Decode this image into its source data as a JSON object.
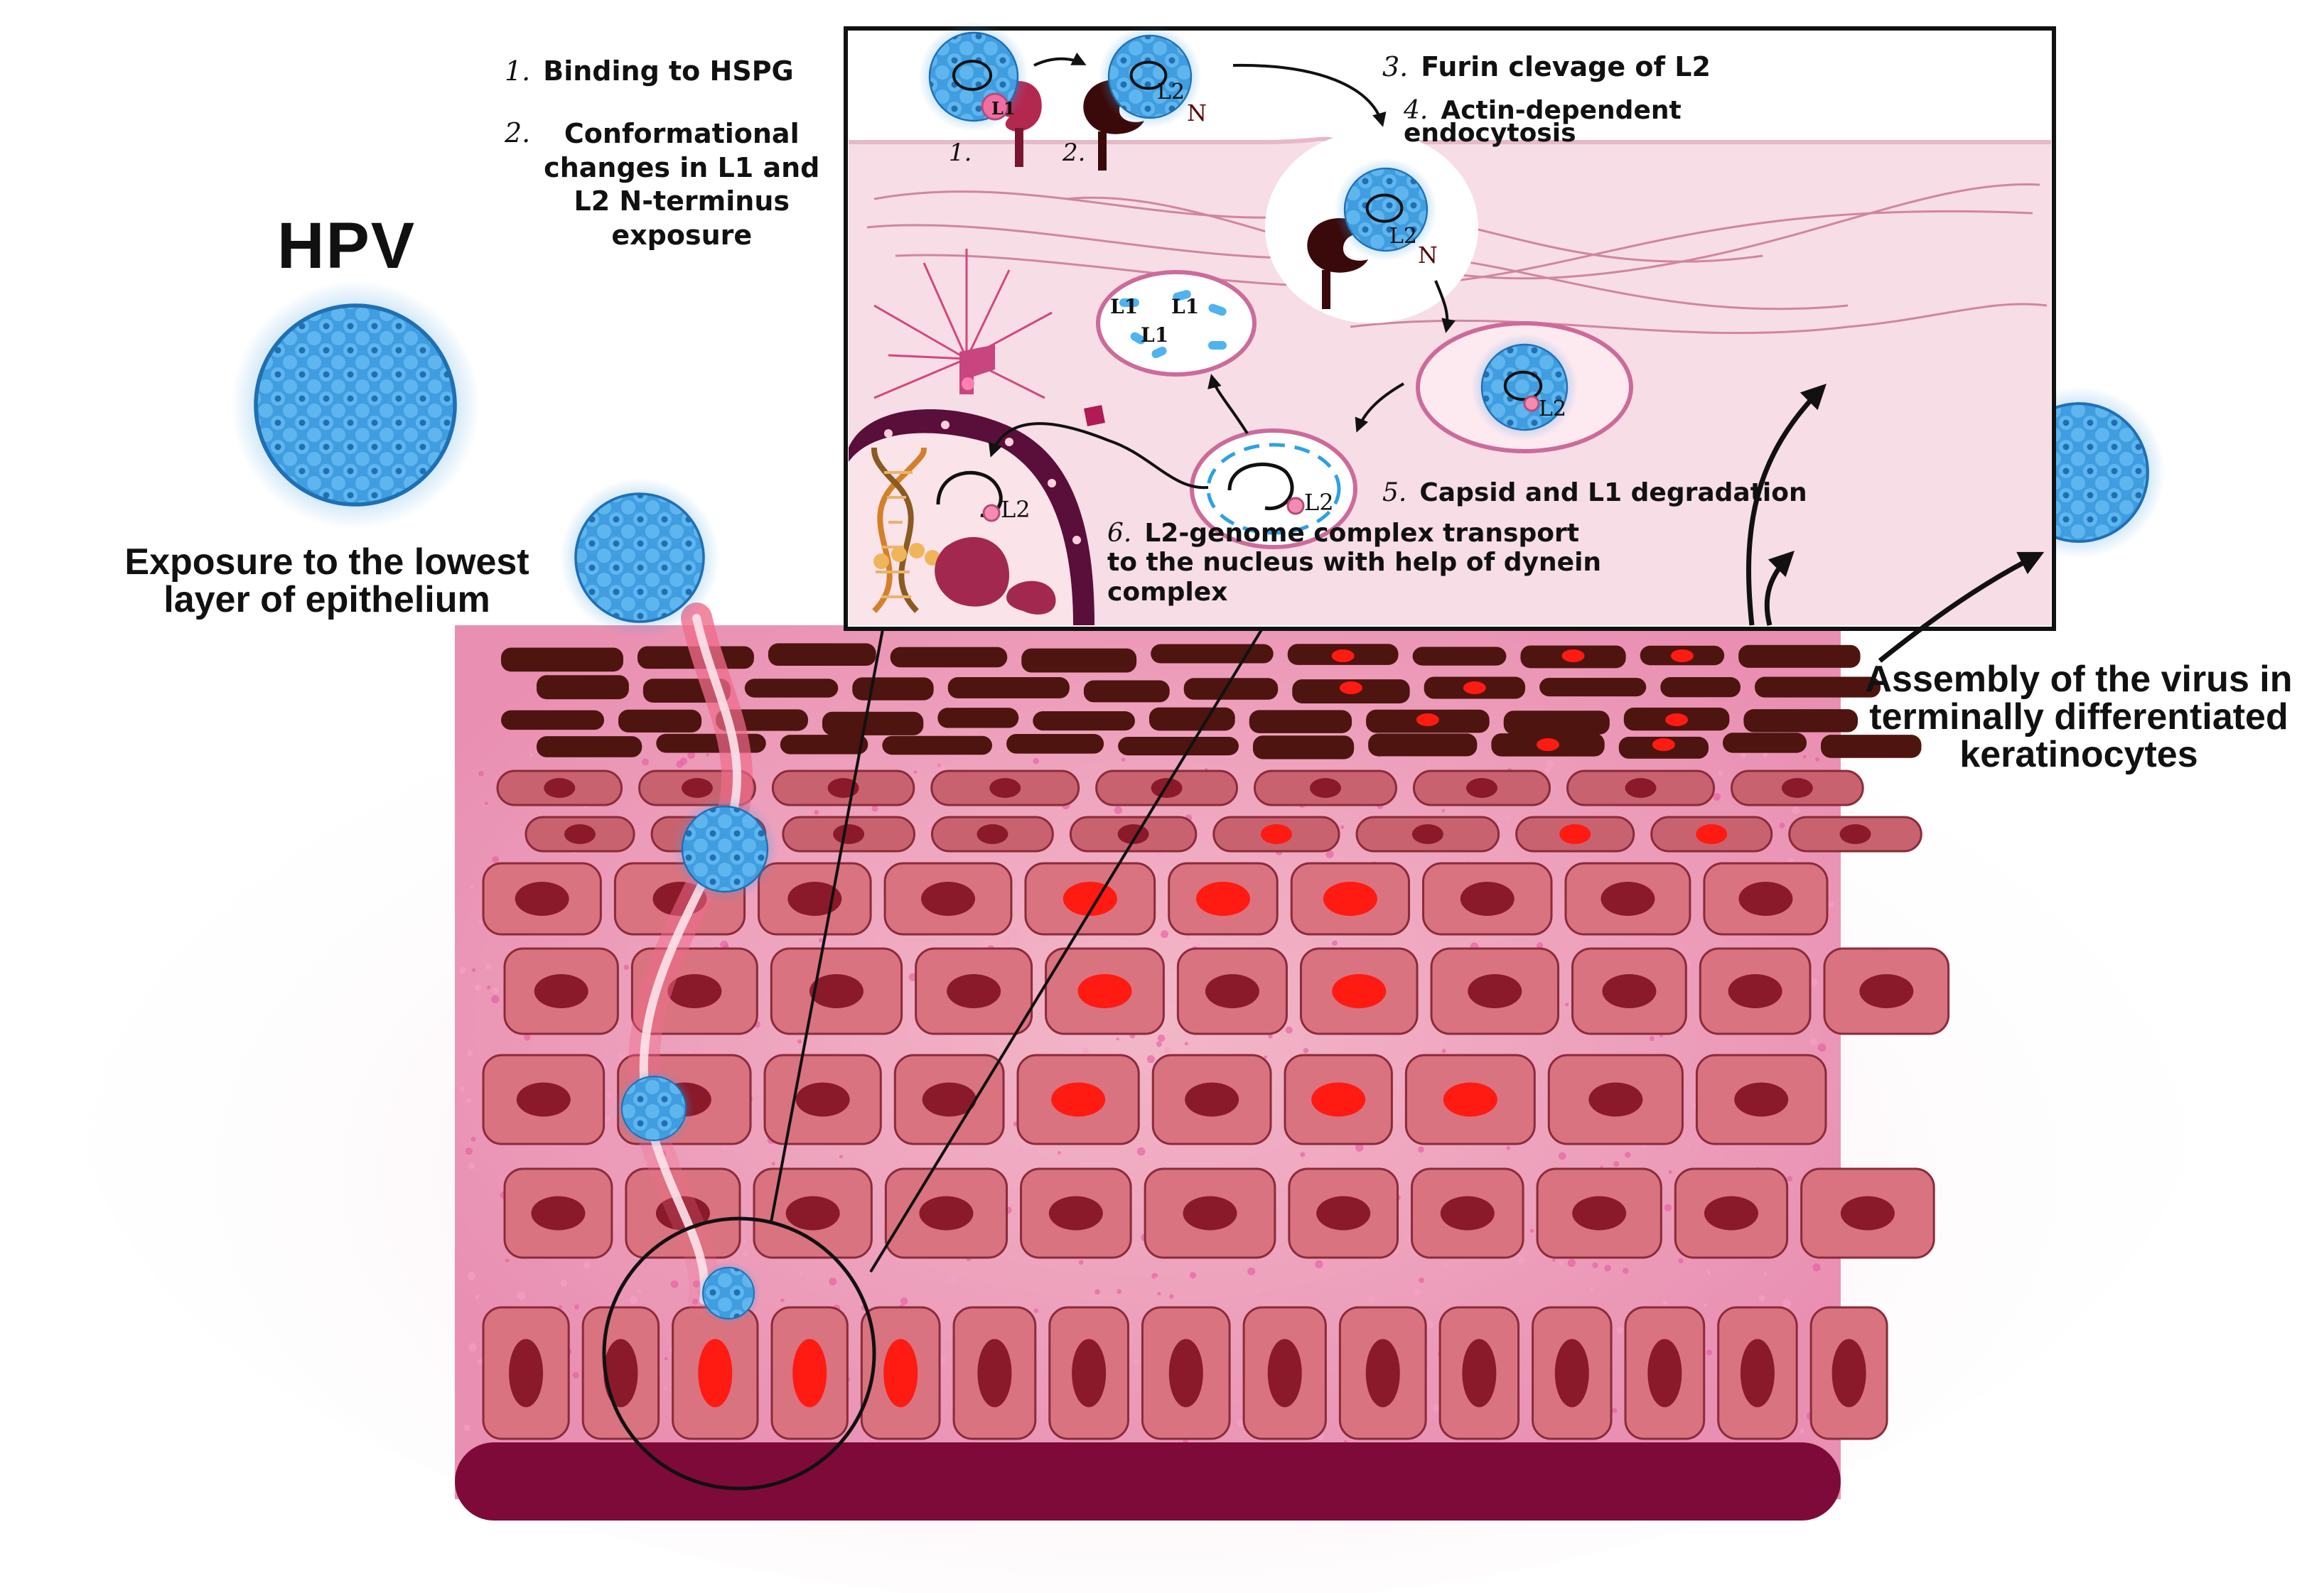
{
  "title": "HPV",
  "captions": {
    "exposure": "Exposure to the lowest layer of epithelium",
    "assembly": "Assembly of the virus in terminally differentiated keratinocytes"
  },
  "steps": [
    {
      "num": "1.",
      "text": "Binding to HSPG"
    },
    {
      "num": "2.",
      "text": "Conformational changes in L1 and L2 N-terminus exposure"
    },
    {
      "num": "3.",
      "text": "Furin clevage of L2"
    },
    {
      "num": "4.",
      "text": "Actin-dependent endocytosis"
    },
    {
      "num": "5.",
      "text": "Capsid and L1 degradation"
    },
    {
      "num": "6.",
      "text": "L2-genome complex transport to the nucleus with help of dynein complex"
    }
  ],
  "inset_labels": {
    "marker_1": "1.",
    "marker_2": "2.",
    "l1": "L1",
    "l2": "L2",
    "n_terminus": "N",
    "l1_fragment": "L1"
  },
  "colors": {
    "virus_blue": "#3f9de0",
    "cell_pink": "#d9737f",
    "nucleus_dark": "#8a1a2a",
    "nucleus_infected": "#ff1a12",
    "basement": "#7e0a3a",
    "cornified": "#4e1410",
    "inset_bg": "#f7dde6"
  },
  "icons": [
    "hpv-virion-icon",
    "hspg-receptor-icon",
    "dna-helix-icon",
    "endosome-icon",
    "arrow-icon"
  ]
}
